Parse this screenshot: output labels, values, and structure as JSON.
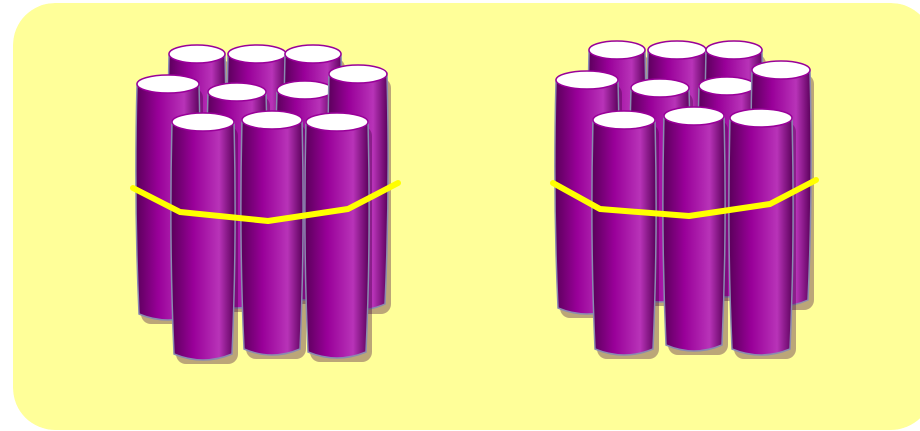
{
  "title": "",
  "colors": {
    "panel_background": "#FFFF99",
    "cylinder_body": "#990099",
    "cylinder_highlight": "#B833B8",
    "cylinder_shadow": "#5A005A",
    "cylinder_rim": "#8A8AB0",
    "cylinder_top": "#FFFFFF",
    "band": "#FFFF00",
    "page_background": "#FFFFFF"
  },
  "bundles": [
    {
      "name": "bundle-left",
      "cylinder_count": 10,
      "back_row_count": 3,
      "middle_row_count": 4,
      "front_row_count": 3,
      "band": "yellow-belt-around-bundle"
    },
    {
      "name": "bundle-right",
      "cylinder_count": 10,
      "back_row_count": 3,
      "middle_row_count": 4,
      "front_row_count": 3,
      "band": "yellow-belt-around-bundle"
    }
  ]
}
